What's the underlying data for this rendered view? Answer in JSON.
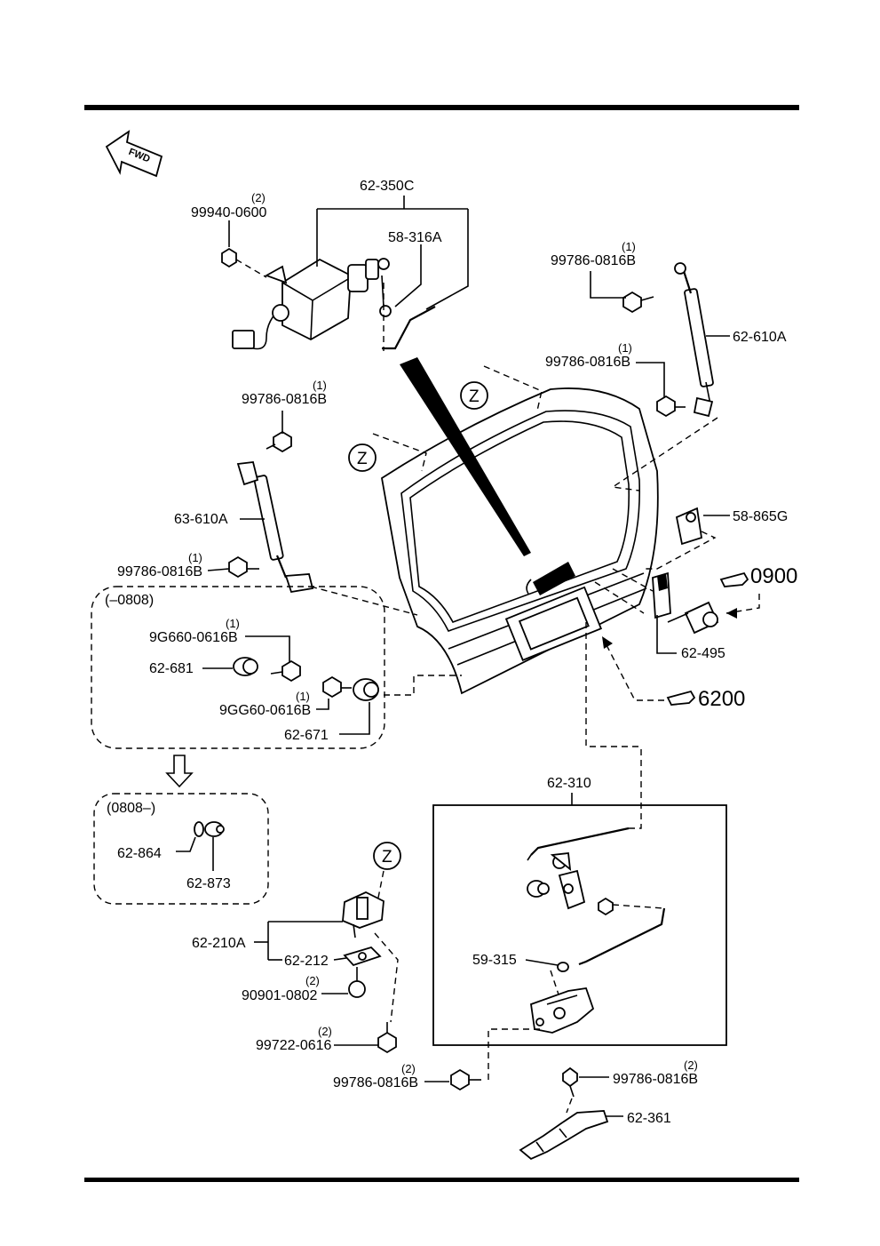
{
  "fwd_label": "FWD",
  "zone_marker": "Z",
  "callouts": {
    "p62_350C": "62-350C",
    "p99940_0600": "99940-0600",
    "p58_316A": "58-316A",
    "p99786_0816B_tr": "99786-0816B",
    "p62_610A": "62-610A",
    "p99786_0816B_r2": "99786-0816B",
    "p99786_0816B_l1": "99786-0816B",
    "p63_610A": "63-610A",
    "p99786_0816B_l2": "99786-0816B",
    "p58_865G": "58-865G",
    "ref_0900": "0900",
    "p62_495": "62-495",
    "ref_6200": "6200",
    "p9G660_0616B": "9G660-0616B",
    "p62_681": "62-681",
    "p9GG60_0616B": "9GG60-0616B",
    "p62_671": "62-671",
    "p62_864": "62-864",
    "p62_873": "62-873",
    "p62_310": "62-310",
    "p59_315": "59-315",
    "p62_210A": "62-210A",
    "p62_212": "62-212",
    "p90901_0802": "90901-0802",
    "p99722_0616": "99722-0616",
    "p99786_0816B_b1": "99786-0816B",
    "p99786_0816B_b2": "99786-0816B",
    "p62_361": "62-361"
  },
  "quantities": {
    "q99940_0600": "(2)",
    "q99786_tr": "(1)",
    "q99786_r2": "(1)",
    "q99786_l1": "(1)",
    "q99786_l2": "(1)",
    "q9G660": "(1)",
    "q9GG60": "(1)",
    "q90901": "(2)",
    "q99722": "(2)",
    "q99786_b1": "(2)",
    "q99786_b2": "(2)"
  },
  "groups": {
    "early_range": "(–0808)",
    "late_range": "(0808–)"
  }
}
